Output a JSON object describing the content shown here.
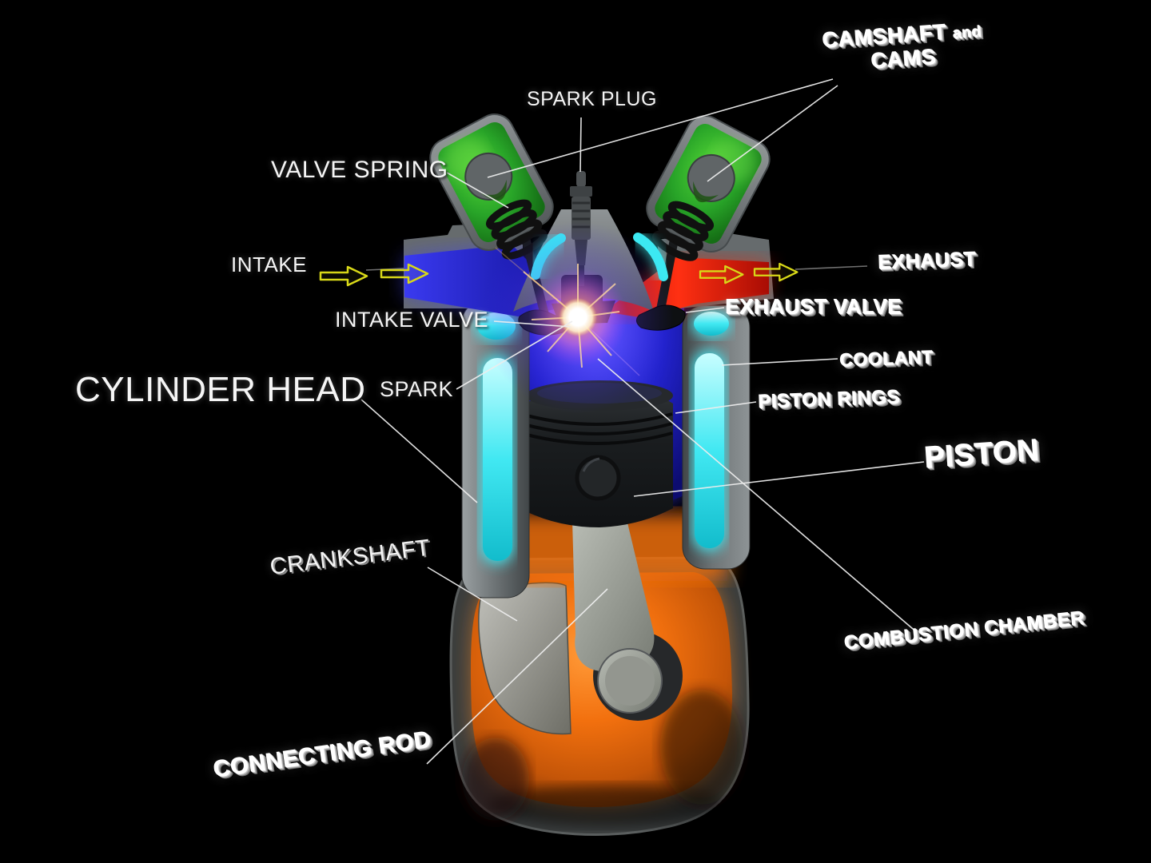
{
  "figure": {
    "type": "engine-cutaway-diagram",
    "subject": "Four-stroke internal combustion engine cross-section"
  },
  "labels": {
    "camshaft_main": "CAMSHAFT",
    "camshaft_and": "and",
    "camshaft_line2": "CAMS",
    "spark_plug": "SPARK PLUG",
    "valve_spring": "VALVE SPRING",
    "intake": "INTAKE",
    "exhaust": "EXHAUST",
    "intake_valve": "INTAKE VALVE",
    "exhaust_valve": "EXHAUST VALVE",
    "coolant": "COOLANT",
    "cylinder_head": "CYLINDER HEAD",
    "spark": "SPARK",
    "piston_rings": "PISTON RINGS",
    "piston": "PISTON",
    "crankshaft": "CRANKSHAFT",
    "combustion_chamber": "COMBUSTION CHAMBER",
    "connecting_rod": "CONNECTING ROD"
  },
  "icons": {
    "intake_flow": "right-arrow",
    "exhaust_flow": "right-arrow"
  },
  "colors": {
    "background": "#000000",
    "label_text": "#f5f5f5",
    "leader_line": "#ededed",
    "flow_arrow_yellow": "#d8d818",
    "cam_housing_green": "#2db32d",
    "engine_metal_gray": "#73787a",
    "coolant_cyan": "#3ce9f2",
    "intake_blue": "#2525d8",
    "exhaust_red": "#e01408",
    "crankcase_orange": "#ee7012",
    "piston_dark": "#1b1d1f",
    "spark_core_white": "#ffffff",
    "spark_glow_orange": "#ff9c30"
  }
}
